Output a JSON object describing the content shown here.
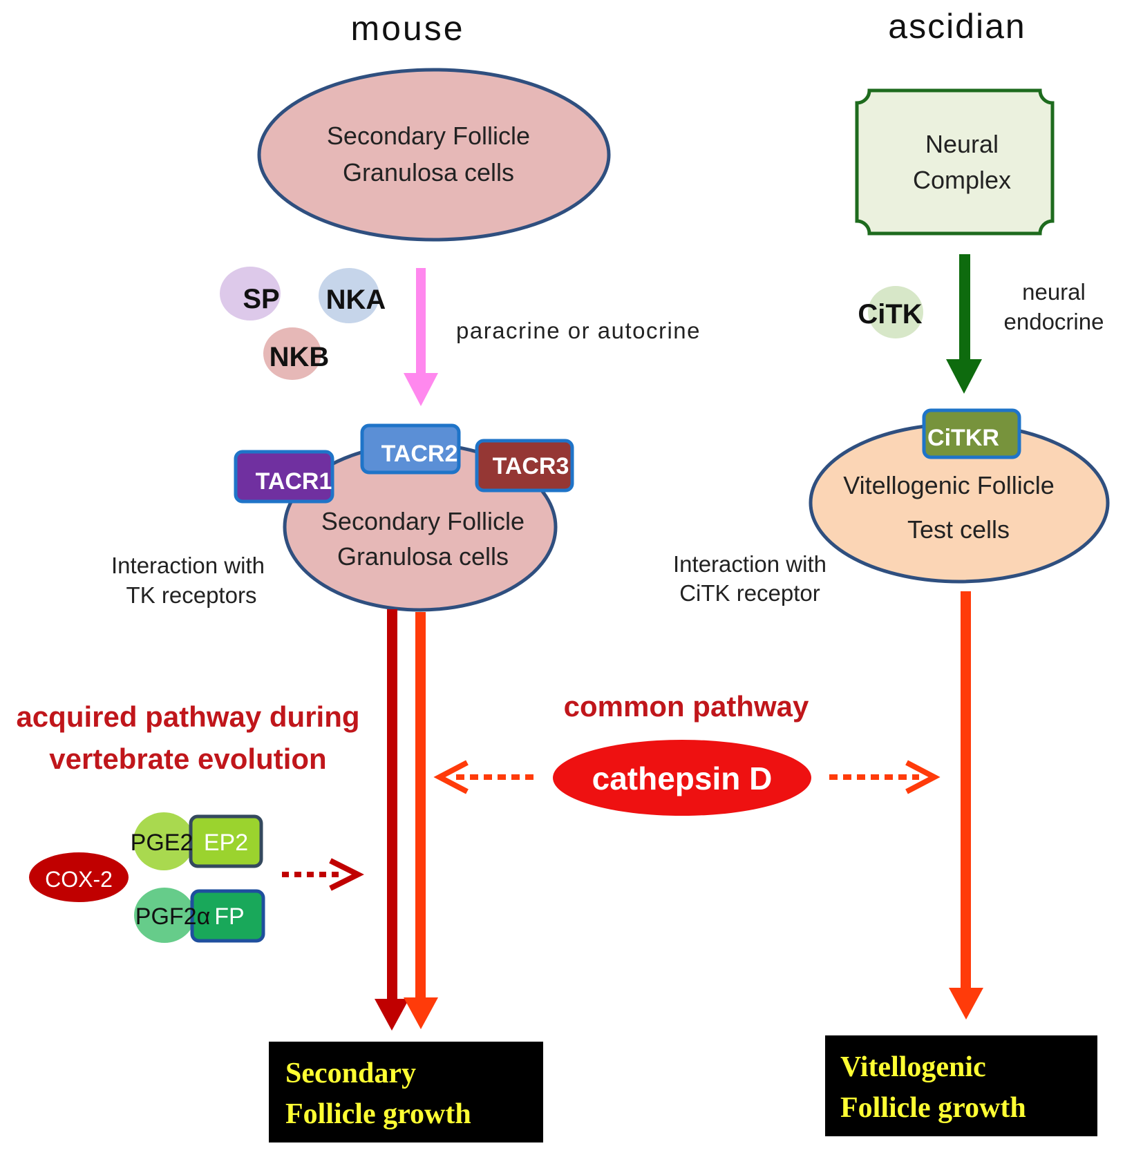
{
  "headers": {
    "left": "mouse",
    "right": "ascidian"
  },
  "mouse": {
    "top_cell": {
      "line1": "Secondary Follicle",
      "line2": "Granulosa cells"
    },
    "ligands": {
      "sp": "SP",
      "nka": "NKA",
      "nkb": "NKB"
    },
    "signal_label": "paracrine or autocrine",
    "receptors": {
      "tacr1": "TACR1",
      "tacr2": "TACR2",
      "tacr3": "TACR3"
    },
    "target_cell": {
      "line1": "Secondary Follicle",
      "line2": "Granulosa cells"
    },
    "interaction": {
      "line1": "Interaction with",
      "line2": "TK receptors"
    },
    "acquired": {
      "line1": "acquired pathway during",
      "line2": "vertebrate evolution"
    },
    "prostaglandins": {
      "cox2": "COX-2",
      "pge2": "PGE2",
      "ep2": "EP2",
      "pgf2a": "PGF2α",
      "fp": "FP"
    },
    "outcome": {
      "line1": "Secondary",
      "line2": "Follicle growth"
    }
  },
  "ascidian": {
    "source": {
      "line1": "Neural",
      "line2": "Complex"
    },
    "ligand": "CiTK",
    "signal_label": {
      "line1": "neural",
      "line2": "endocrine"
    },
    "receptor": "CiTKR",
    "target_cell": {
      "line1": "Vitellogenic Follicle",
      "line2": "Test cells"
    },
    "interaction": {
      "line1": "Interaction with",
      "line2": "CiTK receptor"
    },
    "outcome": {
      "line1": "Vitellogenic",
      "line2": "Follicle growth"
    }
  },
  "common": {
    "label": "common pathway",
    "enzyme": "cathepsin D"
  },
  "colors": {
    "cell_fill": "#e6b8b7",
    "cell_stroke": "#2f4f7f",
    "test_cell_fill": "#fbd5b5",
    "neural_fill": "#ebf1de",
    "neural_stroke": "#1e6b1e",
    "paracrine_arrow": "#ff88ee",
    "endocrine_arrow": "#0e6b0e",
    "common_arrow": "#ff3b0a",
    "acquired_arrow": "#c00000",
    "cathepsin": "#ee1111",
    "tacr1": "#7030a0",
    "tacr2": "#5b8fd6",
    "tacr3": "#953734",
    "citkr": "#77933c",
    "receptor_border": "#1f74c8"
  }
}
